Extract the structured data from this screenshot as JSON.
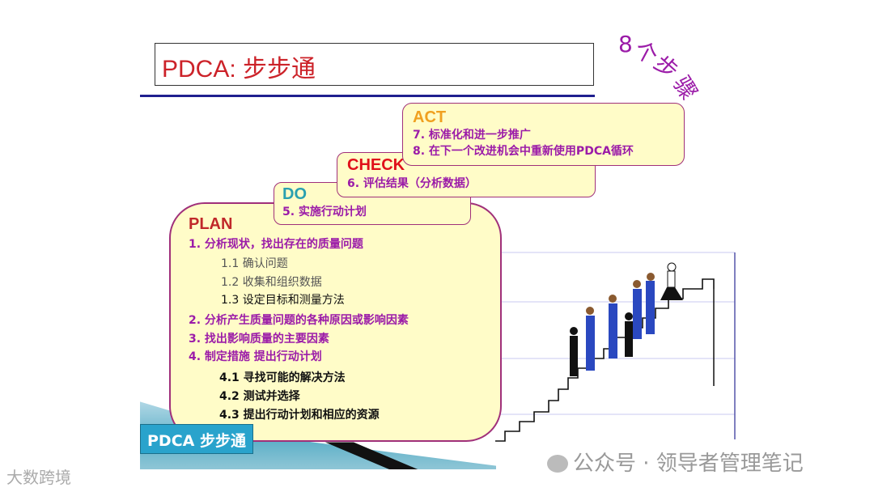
{
  "slide": {
    "title": "PDCA: 步步通",
    "steps_caption": [
      "8",
      "个",
      "步",
      "骤"
    ],
    "footer_tag": "PDCA 步步通"
  },
  "act": {
    "label": "ACT",
    "items": [
      "7. 标准化和进一步推广",
      "8. 在下一个改进机会中重新使用PDCA循环"
    ]
  },
  "check": {
    "label": "CHECK",
    "items": [
      "6. 评估结果（分析数据）"
    ]
  },
  "do": {
    "label": "DO",
    "items": [
      "5. 实施行动计划"
    ]
  },
  "plan": {
    "label": "PLAN",
    "item1": "1. 分析现状，找出存在的质量问题",
    "sub1": [
      "1.1  确认问题",
      "1.2  收集和组织数据",
      "1.3 设定目标和测量方法"
    ],
    "item2": "2. 分析产生质量问题的各种原因或影响因素",
    "item3": "3. 找出影响质量的主要因素",
    "item4": "4. 制定措施    提出行动计划",
    "sub4": [
      "4.1  寻找可能的解决方法",
      "4.2  测试并选择",
      "4.3  提出行动计划和相应的资源"
    ]
  },
  "colors": {
    "plan": "#c0282a",
    "do": "#2aa0b0",
    "check": "#e0101a",
    "act": "#f0a020",
    "item": "#9b1ba8",
    "box_fill": "#fffcc8"
  },
  "watermarks": {
    "left": "大数跨境",
    "right": "公众号 · 领导者管理笔记"
  }
}
